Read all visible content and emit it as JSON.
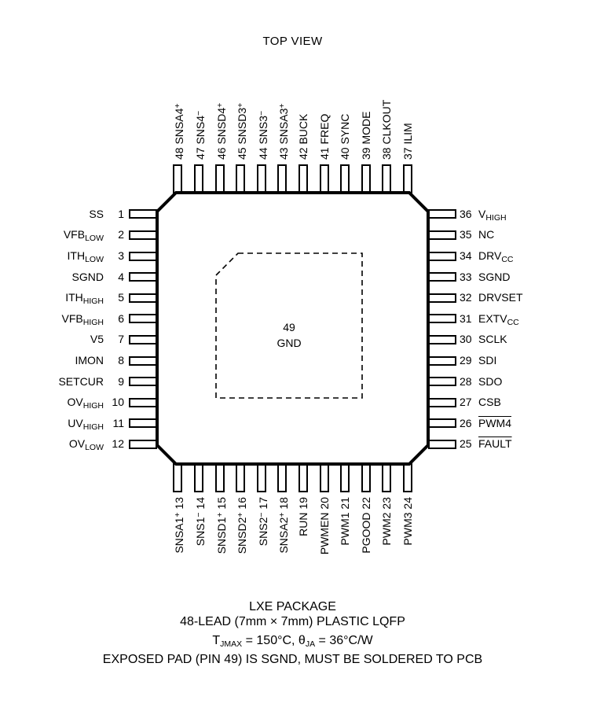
{
  "title": "TOP VIEW",
  "chip": {
    "pad": {
      "num": "49",
      "label": "GND"
    },
    "pins": {
      "top": [
        {
          "num": 48,
          "label": "SNSA4^+^"
        },
        {
          "num": 47,
          "label": "SNS4^−^"
        },
        {
          "num": 46,
          "label": "SNSD4^+^"
        },
        {
          "num": 45,
          "label": "SNSD3^+^"
        },
        {
          "num": 44,
          "label": "SNS3^−^"
        },
        {
          "num": 43,
          "label": "SNSA3^+^"
        },
        {
          "num": 42,
          "label": "BUCK"
        },
        {
          "num": 41,
          "label": "FREQ"
        },
        {
          "num": 40,
          "label": "SYNC"
        },
        {
          "num": 39,
          "label": "MODE"
        },
        {
          "num": 38,
          "label": "CLKOUT"
        },
        {
          "num": 37,
          "label": "ILIM"
        }
      ],
      "left": [
        {
          "num": 1,
          "label": "SS"
        },
        {
          "num": 2,
          "label": "VFB~LOW~"
        },
        {
          "num": 3,
          "label": "ITH~LOW~"
        },
        {
          "num": 4,
          "label": "SGND"
        },
        {
          "num": 5,
          "label": "ITH~HIGH~"
        },
        {
          "num": 6,
          "label": "VFB~HIGH~"
        },
        {
          "num": 7,
          "label": "V5"
        },
        {
          "num": 8,
          "label": "IMON"
        },
        {
          "num": 9,
          "label": "SETCUR"
        },
        {
          "num": 10,
          "label": "OV~HIGH~"
        },
        {
          "num": 11,
          "label": "UV~HIGH~"
        },
        {
          "num": 12,
          "label": "OV~LOW~"
        }
      ],
      "right": [
        {
          "num": 36,
          "label": "V~HIGH~"
        },
        {
          "num": 35,
          "label": "NC"
        },
        {
          "num": 34,
          "label": "DRV~CC~"
        },
        {
          "num": 33,
          "label": "SGND"
        },
        {
          "num": 32,
          "label": "DRVSET"
        },
        {
          "num": 31,
          "label": "EXTV~CC~"
        },
        {
          "num": 30,
          "label": "SCLK"
        },
        {
          "num": 29,
          "label": "SDI"
        },
        {
          "num": 28,
          "label": "SDO"
        },
        {
          "num": 27,
          "label": "CSB"
        },
        {
          "num": 26,
          "label": "PWM4",
          "overline": true
        },
        {
          "num": 25,
          "label": "FAULT",
          "overline": true
        }
      ],
      "bottom": [
        {
          "num": 13,
          "label": "SNSA1^+^"
        },
        {
          "num": 14,
          "label": "SNS1^−^"
        },
        {
          "num": 15,
          "label": "SNSD1^+^"
        },
        {
          "num": 16,
          "label": "SNSD2^+^"
        },
        {
          "num": 17,
          "label": "SNS2^−^"
        },
        {
          "num": 18,
          "label": "SNSA2^+^"
        },
        {
          "num": 19,
          "label": "RUN"
        },
        {
          "num": 20,
          "label": "PWMEN"
        },
        {
          "num": 21,
          "label": "PWM1"
        },
        {
          "num": 22,
          "label": "PGOOD"
        },
        {
          "num": 23,
          "label": "PWM2"
        },
        {
          "num": 24,
          "label": "PWM3"
        }
      ]
    }
  },
  "footer": {
    "line1": "LXE PACKAGE",
    "line2": "48-LEAD (7mm × 7mm) PLASTIC LQFP",
    "line3": "T~JMAX~ = 150°C, θ~JA~ = 36°C/W",
    "line4": "EXPOSED PAD (PIN 49) IS SGND, MUST BE SOLDERED TO PCB"
  },
  "colors": {
    "line": "#000000",
    "background": "#ffffff",
    "text": "#000000"
  }
}
